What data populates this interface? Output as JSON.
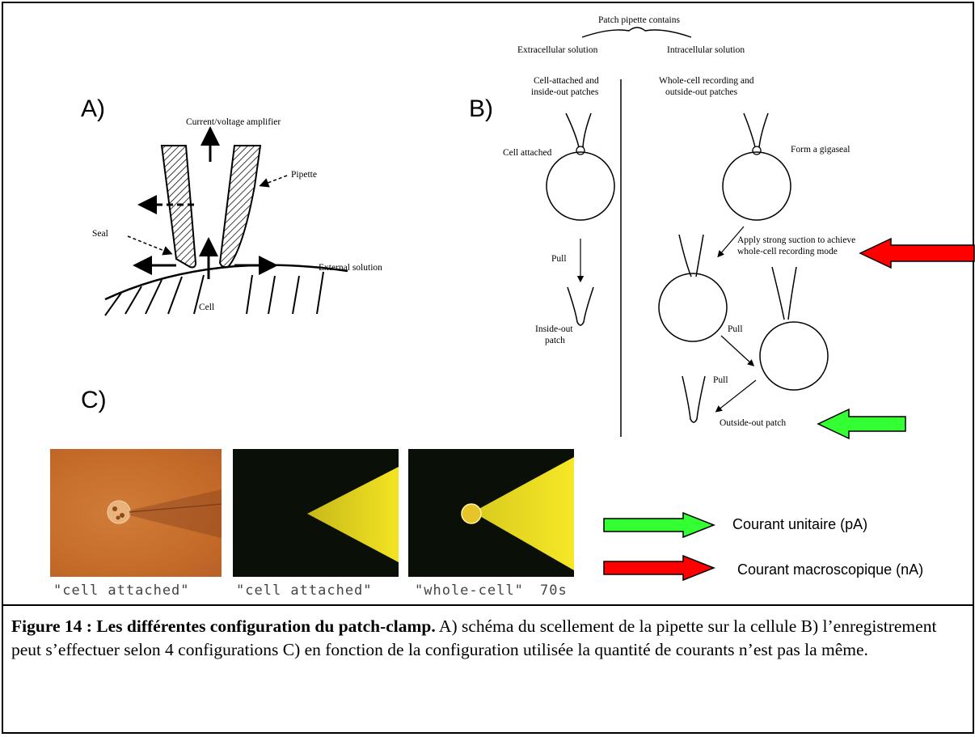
{
  "panels": {
    "a": "A)",
    "b": "B)",
    "c": "C)"
  },
  "diagram_a": {
    "amplifier": "Current/voltage amplifier",
    "pipette": "Pipette",
    "seal": "Seal",
    "external": "External solution",
    "cell": "Cell"
  },
  "diagram_b": {
    "header": "Patch pipette contains",
    "extracellular": "Extracellular solution",
    "intracellular": "Intracellular solution",
    "left_title_1": "Cell-attached and",
    "left_title_2": "inside-out patches",
    "right_title_1": "Whole-cell recording and",
    "right_title_2": "outside-out patches",
    "cell_attached": "Cell attached",
    "form_gigaseal": "Form a gigaseal",
    "pull_left": "Pull",
    "inside_out_1": "Inside-out",
    "inside_out_2": "patch",
    "suction_1": "Apply strong suction to achieve",
    "suction_2": "whole-cell recording mode",
    "pull_mid": "Pull",
    "pull_low": "Pull",
    "outside_out": "Outside-out patch"
  },
  "photos": {
    "label_1": "\"cell attached\"",
    "label_2": "\"cell attached\"",
    "label_3": "\"whole-cell\"",
    "time": "70s"
  },
  "legend": {
    "green_label": "Courant unitaire (pA)",
    "red_label": "Courant macroscopique (nA)",
    "green_color": "#33ff33",
    "red_color": "#ff0000"
  },
  "caption": {
    "bold": "Figure 14 : Les différentes configuration du patch-clamp.",
    "text": " A) schéma du scellement de la pipette sur la cellule B) l’enregistrement peut s’effectuer selon 4 configurations C) en fonction de la configuration utilisée la quantité de courants n’est pas la même."
  }
}
